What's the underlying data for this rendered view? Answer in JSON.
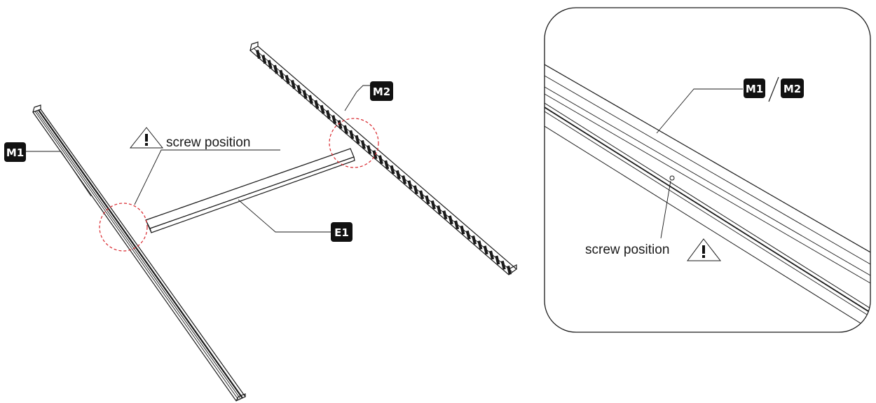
{
  "labels": {
    "m1": "M1",
    "m2": "M2",
    "e1": "E1",
    "detail_m1": "M1",
    "detail_m2": "M2",
    "screw_main": "screw position",
    "screw_detail": "screw position",
    "warning_glyph": "!"
  },
  "icons": [
    "warning-triangle-icon"
  ],
  "colors": {
    "line": "#1a1a1a",
    "badge": "#111111",
    "highlight_circle": "#d9262c"
  }
}
